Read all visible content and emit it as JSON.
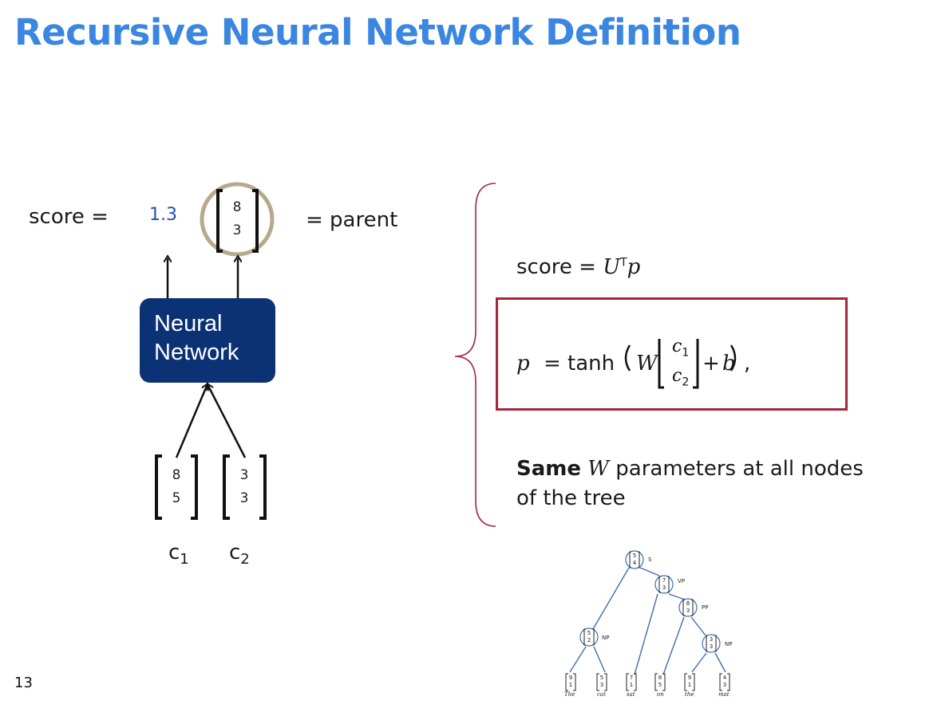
{
  "slide": {
    "title": "Recursive Neural Network Definition",
    "page_number": "13"
  },
  "left_diagram": {
    "score_label": "score  =",
    "score_value": "1.3",
    "parent_label": "= parent",
    "parent_vector": [
      "8",
      "3"
    ],
    "network_label_line1": "Neural",
    "network_label_line2": "Network",
    "child1_vector": [
      "8",
      "5"
    ],
    "child2_vector": [
      "3",
      "3"
    ],
    "child1_label": "c",
    "child1_sub": "1",
    "child2_label": "c",
    "child2_sub": "2"
  },
  "right_panel": {
    "score_eq_prefix": "score  =  ",
    "score_eq_U": "U",
    "score_eq_T": "T",
    "score_eq_p": "p",
    "formula_p": "p",
    "formula_eq": "=  tanh",
    "formula_W": "W",
    "formula_c": "c",
    "formula_sub1": "1",
    "formula_sub2": "2",
    "formula_plus": "+",
    "formula_b": "b",
    "formula_tail": ",",
    "note_bold": "Same",
    "note_W": "W",
    "note_rest1": " parameters at all nodes",
    "note_line2": "of the tree"
  },
  "parse_tree": {
    "nodes": [
      {
        "label": "S",
        "vector": [
          "5",
          "4"
        ]
      },
      {
        "label": "VP",
        "vector": [
          "7",
          "3"
        ]
      },
      {
        "label": "PP",
        "vector": [
          "8",
          "3"
        ]
      },
      {
        "label": "NP",
        "vector": [
          "5",
          "2"
        ]
      },
      {
        "label": "NP",
        "vector": [
          "3",
          "3"
        ]
      }
    ],
    "leaves": [
      {
        "word": "The",
        "vector": [
          "9",
          "1"
        ]
      },
      {
        "word": "cat",
        "vector": [
          "5",
          "3"
        ]
      },
      {
        "word": "sat",
        "vector": [
          "7",
          "1"
        ]
      },
      {
        "word": "on",
        "vector": [
          "8",
          "5"
        ]
      },
      {
        "word": "the",
        "vector": [
          "9",
          "1"
        ]
      },
      {
        "word": "mat",
        "vector": [
          "4",
          "3"
        ]
      }
    ]
  }
}
